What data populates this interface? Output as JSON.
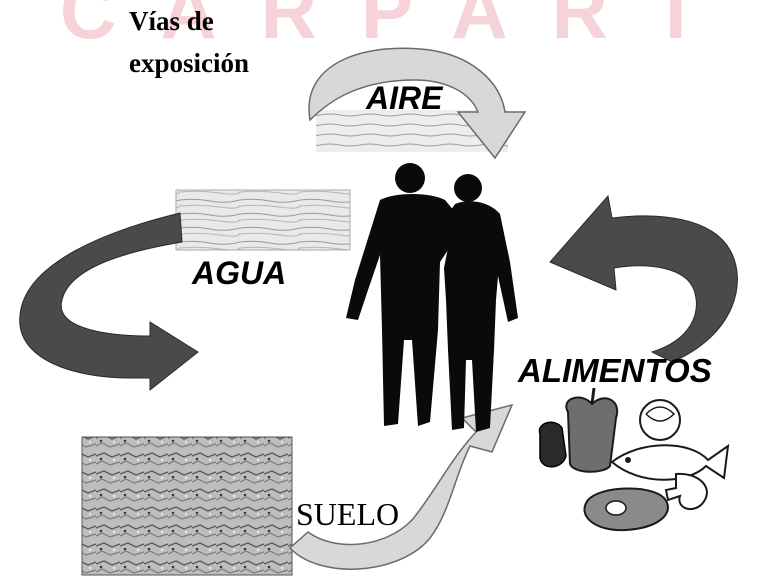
{
  "title_line1": "Vías de",
  "title_line2": "exposición",
  "pathways": {
    "air": "AIRE",
    "water": "AGUA",
    "food": "ALIMENTOS",
    "soil": "SUELO"
  },
  "watermark": "CARPART",
  "colors": {
    "dark_arrow": "#4a4a4a",
    "light_arrow": "#d8d8d8",
    "silhouette": "#0a0a0a",
    "watermark": "#f5d3d8"
  }
}
